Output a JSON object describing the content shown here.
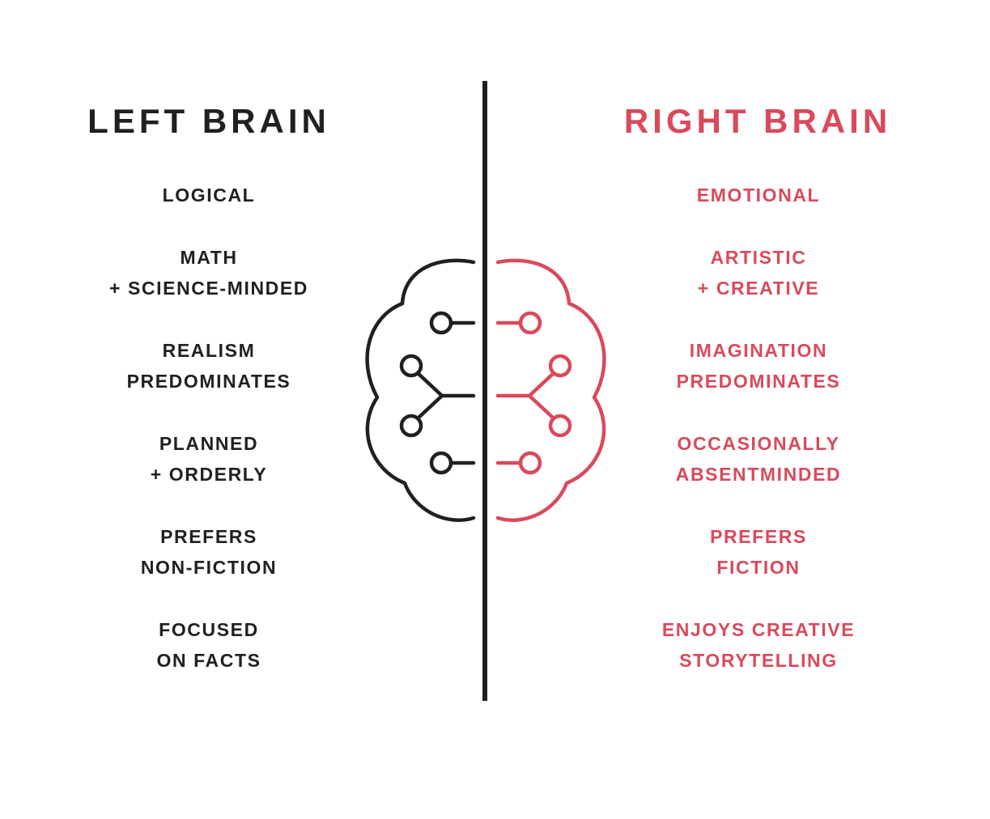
{
  "left": {
    "title": "LEFT BRAIN",
    "color": "#231f20",
    "traits": [
      {
        "line1": "LOGICAL",
        "line2": ""
      },
      {
        "line1": "MATH",
        "line2": "+ SCIENCE-MINDED"
      },
      {
        "line1": "REALISM",
        "line2": "PREDOMINATES"
      },
      {
        "line1": "PLANNED",
        "line2": "+ ORDERLY"
      },
      {
        "line1": "PREFERS",
        "line2": "NON-FICTION"
      },
      {
        "line1": "FOCUSED",
        "line2": "ON FACTS"
      }
    ]
  },
  "right": {
    "title": "RIGHT BRAIN",
    "color": "#d94a5c",
    "traits": [
      {
        "line1": "EMOTIONAL",
        "line2": ""
      },
      {
        "line1": "ARTISTIC",
        "line2": "+ CREATIVE"
      },
      {
        "line1": "IMAGINATION",
        "line2": "PREDOMINATES"
      },
      {
        "line1": "OCCASIONALLY",
        "line2": "ABSENTMINDED"
      },
      {
        "line1": "PREFERS",
        "line2": "FICTION"
      },
      {
        "line1": "ENJOYS CREATIVE",
        "line2": "STORYTELLING"
      }
    ]
  },
  "icons": {
    "center": "brain-circuit-icon"
  }
}
